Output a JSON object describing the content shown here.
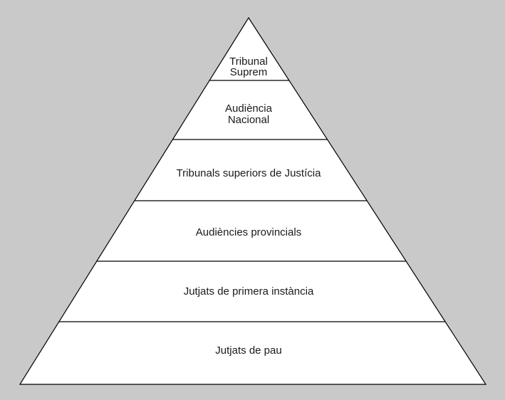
{
  "diagram": {
    "title": "Judicial hierarchy pyramid",
    "background_color": "#c9c9c9",
    "pyramid_fill": "#ffffff",
    "pyramid_stroke": "#000000",
    "levels": [
      {
        "id": "tribunal-suprem",
        "lines": [
          "Tribunal",
          "Suprem"
        ]
      },
      {
        "id": "audiencia-nacional",
        "lines": [
          "Audiència",
          "Nacional"
        ]
      },
      {
        "id": "tribunals-superiors",
        "lines": [
          "Tribunals superiors de Justícia"
        ]
      },
      {
        "id": "audiencies-provincials",
        "lines": [
          "Audiències provincials"
        ]
      },
      {
        "id": "jutjats-primera-instancia",
        "lines": [
          "Jutjats de primera instància"
        ]
      },
      {
        "id": "jutjats-de-pau",
        "lines": [
          "Jutjats de pau"
        ]
      }
    ]
  }
}
